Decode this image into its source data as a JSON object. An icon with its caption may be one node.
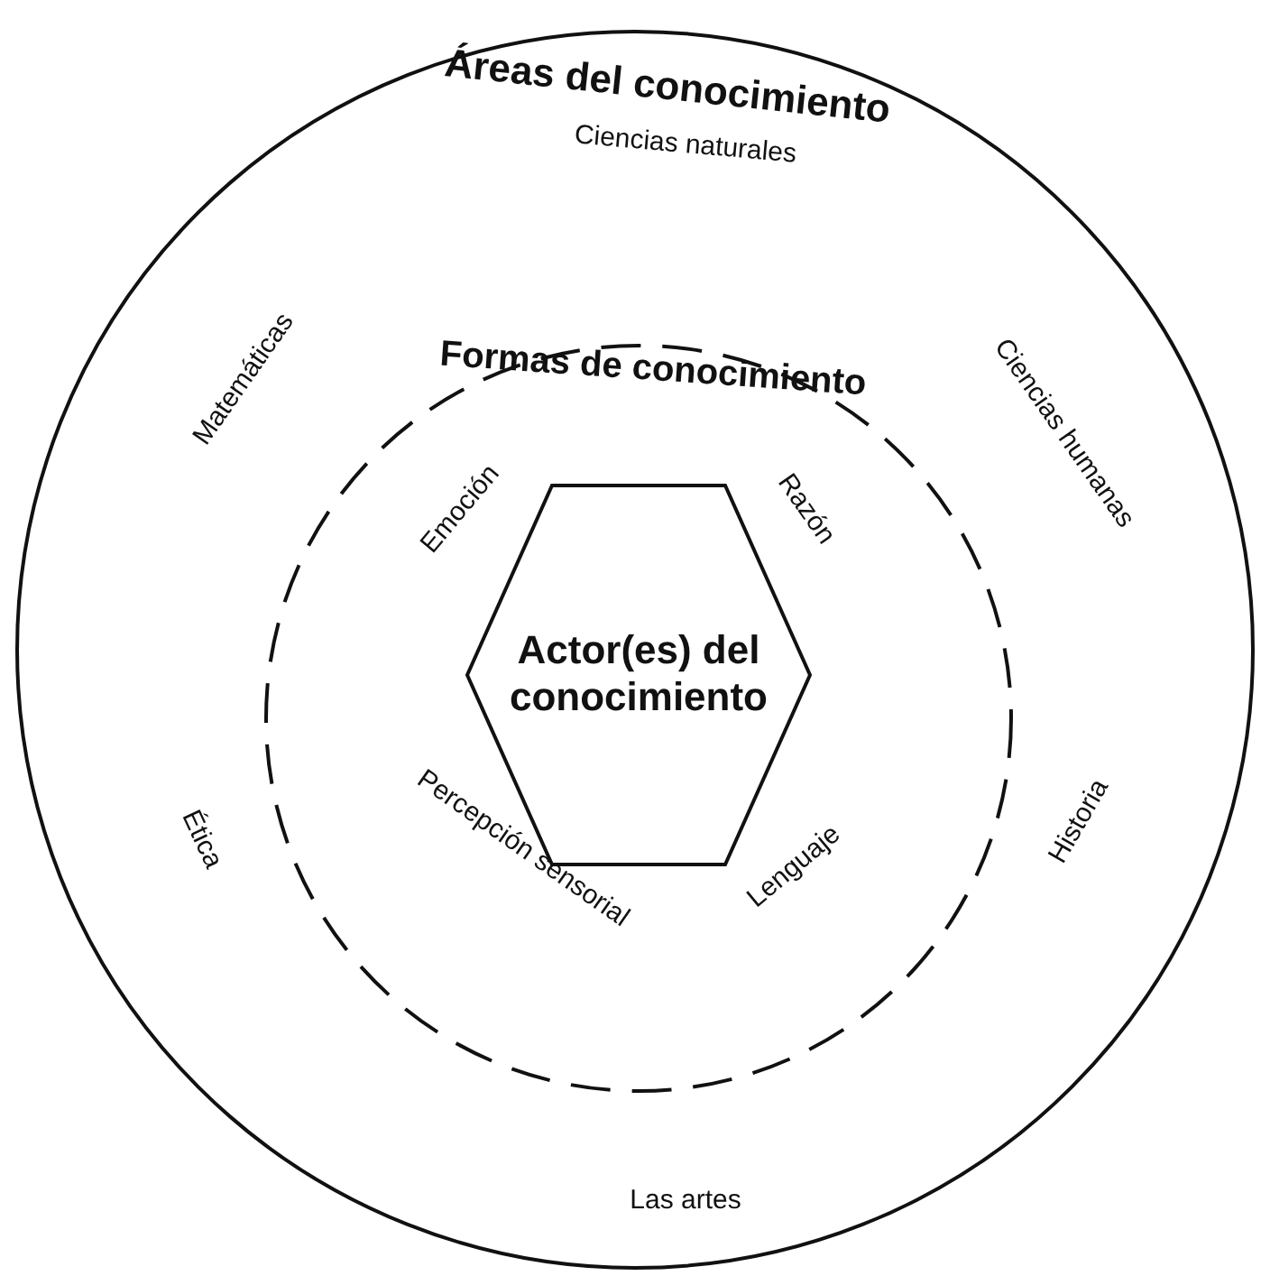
{
  "diagram": {
    "nodes": [
      {
        "text": [
          "Áreas del conocimiento",
          "Ciencias naturales",
          "Ciencias humanas",
          "Historia",
          "Las artes",
          "Ética",
          "Matemáticas"
        ]
      },
      {
        "text": [
          "Formas de conocimiento",
          "Emoción",
          "Razón",
          "Lenguaje",
          "Percepción sensorial"
        ],
        "in": 0
      },
      {
        "text": [
          "Actor(es) del conocimiento"
        ],
        "in": 1
      }
    ]
  }
}
